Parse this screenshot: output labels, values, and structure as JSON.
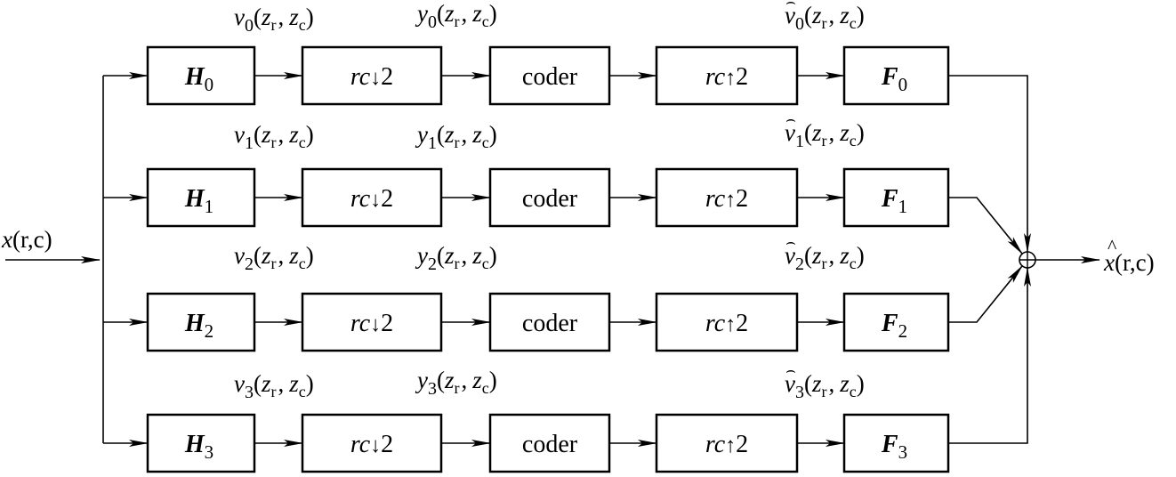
{
  "input": {
    "var": "x",
    "args": "(r,c)"
  },
  "output": {
    "hat": "^",
    "var": "x",
    "args": "(r,c)"
  },
  "sum_symbol": "⊕",
  "channels": [
    {
      "analysis": {
        "letter": "H",
        "sub": "0"
      },
      "down": {
        "rc": "rc",
        "arrow": "↓",
        "factor": "2"
      },
      "coder": "coder",
      "up": {
        "rc": "rc",
        "arrow": "↑",
        "factor": "2"
      },
      "synthesis": {
        "letter": "F",
        "sub": "0"
      },
      "v": {
        "var": "v",
        "sub": "0",
        "open": "(",
        "zr": "z",
        "zr_sub": "r",
        "comma": ",",
        "zc": "z",
        "zc_sub": "c",
        "close": ")"
      },
      "y": {
        "var": "y",
        "sub": "0",
        "open": "(",
        "zr": "z",
        "zr_sub": "r",
        "comma": ",",
        "zc": "z",
        "zc_sub": "c",
        "close": ")"
      },
      "vhat": {
        "hat": "⌢",
        "var": "v",
        "sub": "0",
        "open": "(",
        "zr": "z",
        "zr_sub": "r",
        "comma": ",",
        "zc": "z",
        "zc_sub": "c",
        "close": ")"
      }
    },
    {
      "analysis": {
        "letter": "H",
        "sub": "1"
      },
      "down": {
        "rc": "rc",
        "arrow": "↓",
        "factor": "2"
      },
      "coder": "coder",
      "up": {
        "rc": "rc",
        "arrow": "↑",
        "factor": "2"
      },
      "synthesis": {
        "letter": "F",
        "sub": "1"
      },
      "v": {
        "var": "v",
        "sub": "1",
        "open": "(",
        "zr": "z",
        "zr_sub": "r",
        "comma": ",",
        "zc": "z",
        "zc_sub": "c",
        "close": ")"
      },
      "y": {
        "var": "y",
        "sub": "1",
        "open": "(",
        "zr": "z",
        "zr_sub": "r",
        "comma": ",",
        "zc": "z",
        "zc_sub": "c",
        "close": ")"
      },
      "vhat": {
        "hat": "⌢",
        "var": "v",
        "sub": "1",
        "open": "(",
        "zr": "z",
        "zr_sub": "r",
        "comma": ",",
        "zc": "z",
        "zc_sub": "c",
        "close": ")"
      }
    },
    {
      "analysis": {
        "letter": "H",
        "sub": "2"
      },
      "down": {
        "rc": "rc",
        "arrow": "↓",
        "factor": "2"
      },
      "coder": "coder",
      "up": {
        "rc": "rc",
        "arrow": "↑",
        "factor": "2"
      },
      "synthesis": {
        "letter": "F",
        "sub": "2"
      },
      "v": {
        "var": "v",
        "sub": "2",
        "open": "(",
        "zr": "z",
        "zr_sub": "r",
        "comma": ",",
        "zc": "z",
        "zc_sub": "c",
        "close": ")"
      },
      "y": {
        "var": "y",
        "sub": "2",
        "open": "(",
        "zr": "z",
        "zr_sub": "r",
        "comma": ",",
        "zc": "z",
        "zc_sub": "c",
        "close": ")"
      },
      "vhat": {
        "hat": "⌢",
        "var": "v",
        "sub": "2",
        "open": "(",
        "zr": "z",
        "zr_sub": "r",
        "comma": ",",
        "zc": "z",
        "zc_sub": "c",
        "close": ")"
      }
    },
    {
      "analysis": {
        "letter": "H",
        "sub": "3"
      },
      "down": {
        "rc": "rc",
        "arrow": "↓",
        "factor": "2"
      },
      "coder": "coder",
      "up": {
        "rc": "rc",
        "arrow": "↑",
        "factor": "2"
      },
      "synthesis": {
        "letter": "F",
        "sub": "3"
      },
      "v": {
        "var": "v",
        "sub": "3",
        "open": "(",
        "zr": "z",
        "zr_sub": "r",
        "comma": ",",
        "zc": "z",
        "zc_sub": "c",
        "close": ")"
      },
      "y": {
        "var": "y",
        "sub": "3",
        "open": "(",
        "zr": "z",
        "zr_sub": "r",
        "comma": ",",
        "zc": "z",
        "zc_sub": "c",
        "close": ")"
      },
      "vhat": {
        "hat": "⌢",
        "var": "v",
        "sub": "3",
        "open": "(",
        "zr": "z",
        "zr_sub": "r",
        "comma": ",",
        "zc": "z",
        "zc_sub": "c",
        "close": ")"
      }
    }
  ]
}
